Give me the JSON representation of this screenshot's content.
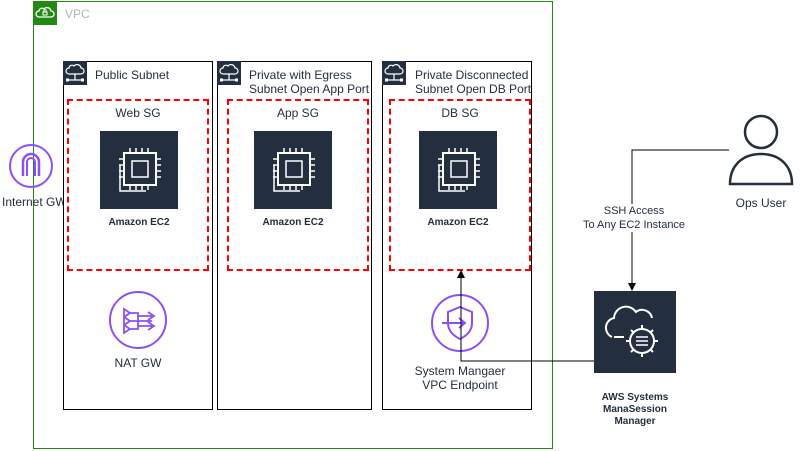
{
  "vpc": {
    "label": "VPC"
  },
  "internet_gw": {
    "label": "Internet GW"
  },
  "subnets": [
    {
      "title": "Public Subnet",
      "sg": "Web SG",
      "ec2": "Amazon EC2"
    },
    {
      "title": "Private with Egress\nSubnet Open App Port",
      "sg": "App SG",
      "ec2": "Amazon EC2"
    },
    {
      "title": "Private Disconnected\nSubnet Open DB Port",
      "sg": "DB SG",
      "ec2": "Amazon EC2"
    }
  ],
  "nat_gw": {
    "label": "NAT GW"
  },
  "endpoint": {
    "label": "System Mangaer\nVPC Endpoint"
  },
  "ops_user": {
    "label": "Ops User"
  },
  "ssh_note": {
    "text": "SSH Access\nTo Any EC2 Instance"
  },
  "ssm": {
    "label": "AWS Systems\nManaSession\nManager"
  },
  "colors": {
    "vpc_border": "#248814",
    "sg_border": "#ff0000",
    "icon_dark": "#232f3e",
    "network_purple": "#8c4fff"
  }
}
